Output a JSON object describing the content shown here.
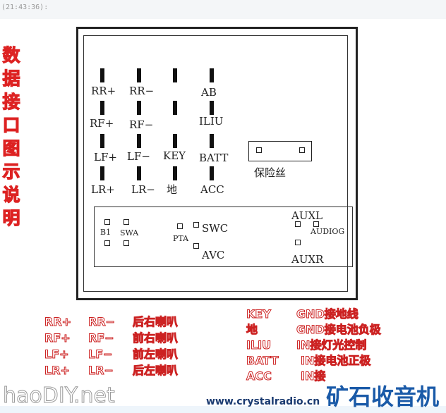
{
  "timestamp": "(21:43:36):",
  "side_title": "数据接口图示说明",
  "pins": {
    "rr_pos": "RR+",
    "rr_neg": "RR−",
    "rf_pos": "RF+",
    "rf_neg": "RF−",
    "lf_pos": "LF+",
    "lf_neg": "LF−",
    "lr_pos": "LR+",
    "lr_neg": "LR−",
    "key": "KEY",
    "gnd": "地",
    "ab": "AB",
    "iliu": "ILIU",
    "batt": "BATT",
    "acc": "ACC"
  },
  "fuse_label": "保险丝",
  "connector": {
    "b1": "B1",
    "swa": "SWA",
    "pta": "PTA",
    "swc": "SWC",
    "avc": "AVC",
    "auxl": "AUXL",
    "audiog": "AUDIOG",
    "auxr": "AUXR"
  },
  "legend_left": [
    [
      "RR+",
      "RR−",
      "后右喇叭"
    ],
    [
      "RF+",
      "RF−",
      "前右喇叭"
    ],
    [
      "LF+",
      "LF−",
      "前左喇叭"
    ],
    [
      "LR+",
      "LR−",
      "后左喇叭"
    ]
  ],
  "legend_right": [
    [
      "KEY",
      "GND接地线"
    ],
    [
      "地",
      "GND接电池负极"
    ],
    [
      "ILIU",
      "IN接灯光控制"
    ],
    [
      "BATT",
      "IN接电池正极"
    ],
    [
      "ACC",
      "IN接"
    ]
  ],
  "watermark": "haoDIY.net",
  "brand": "矿石收音机",
  "brand_url": "www.crystalradio.cn"
}
